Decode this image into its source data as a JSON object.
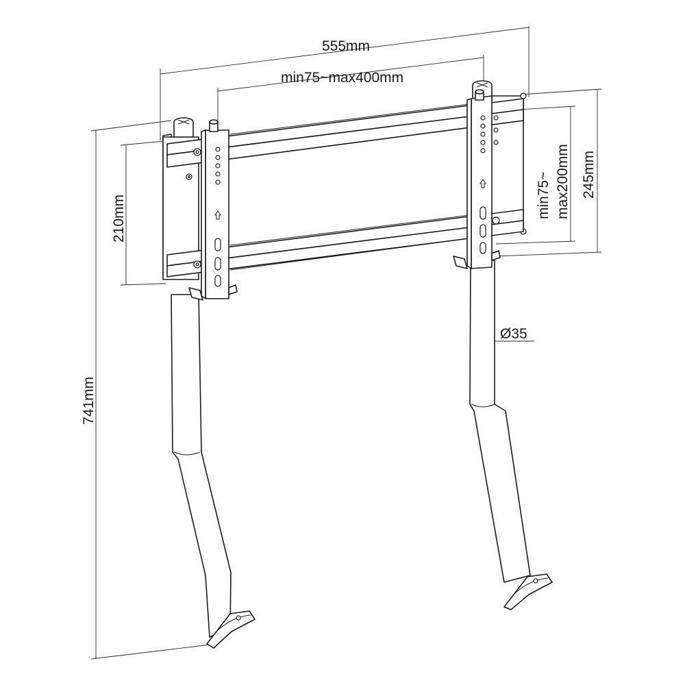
{
  "dimensions": {
    "overall_width": "555mm",
    "vesa_horizontal": "min75~max400mm",
    "vesa_vertical_line1": "min75~",
    "vesa_vertical_line2": "max200mm",
    "bracket_height": "245mm",
    "rail_spacing": "210mm",
    "total_height": "741mm",
    "tube_diameter": "Ø35"
  }
}
